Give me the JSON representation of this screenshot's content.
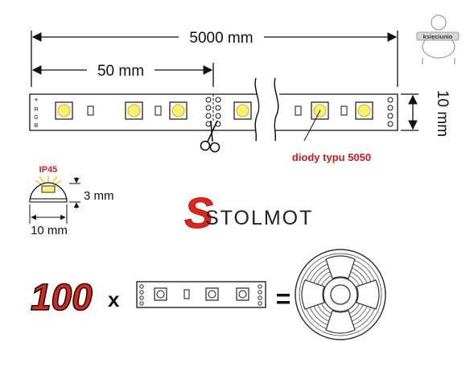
{
  "dimensions": {
    "total_length": "5000 mm",
    "segment_length": "50 mm",
    "strip_width": "10 mm",
    "profile_height": "3 mm",
    "profile_width": "10 mm"
  },
  "strip": {
    "pad_labels": [
      "+",
      "R",
      "G",
      "B"
    ]
  },
  "callout": {
    "diode_label": "diody typu 5050"
  },
  "profile": {
    "ip_rating": "IP45"
  },
  "brand": {
    "name": "STOLMOT",
    "logo_letter": "S"
  },
  "equation": {
    "count": "100",
    "times": "x",
    "equals": "="
  },
  "watermark": {
    "label": "księciunio"
  },
  "colors": {
    "line": "#111111",
    "accent_red": "#e2231a",
    "led_yellow": "#fff06a",
    "label_red": "#d91515",
    "ip_red": "#d21f1f"
  }
}
